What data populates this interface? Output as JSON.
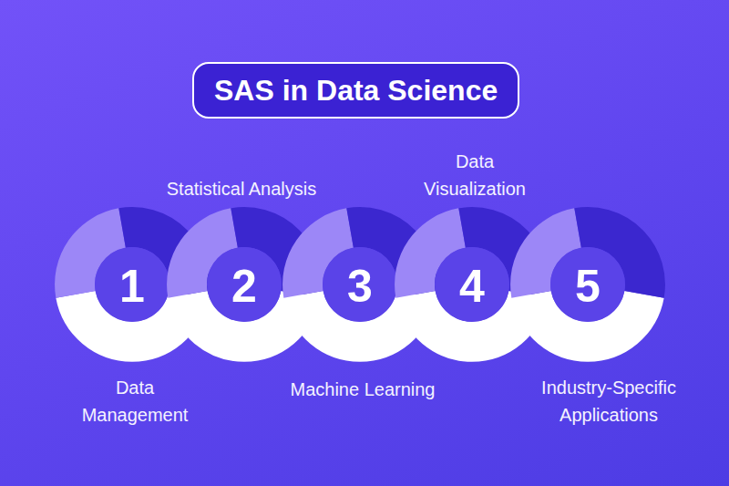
{
  "diagram": {
    "title": "SAS in Data Science",
    "nodes": [
      {
        "text": [
          "1",
          "Data Management"
        ]
      },
      {
        "text": [
          "2",
          "Statistical Analysis"
        ]
      },
      {
        "text": [
          "3",
          "Machine Learning"
        ]
      },
      {
        "text": [
          "4",
          "Data Visualization"
        ]
      },
      {
        "text": [
          "5",
          "Industry-Specific Applications"
        ]
      }
    ]
  }
}
